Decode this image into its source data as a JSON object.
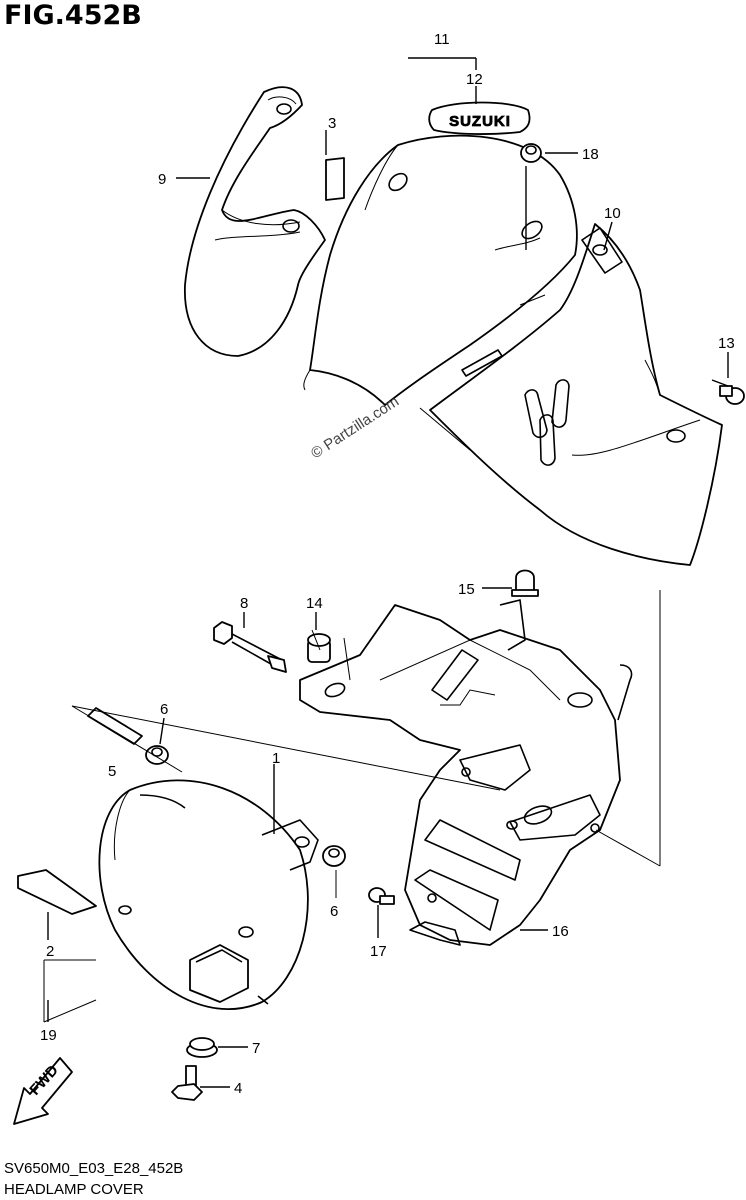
{
  "figure": {
    "title": "FIG.452B",
    "code": "SV650M0_E03_E28_452B",
    "name": "HEADLAMP COVER",
    "watermark": "© Partzilla.com",
    "emblem_text": "SUZUKI",
    "fwd_text": "FWD"
  },
  "callouts": {
    "c1": "1",
    "c2": "2",
    "c3": "3",
    "c4": "4",
    "c5": "5",
    "c6a": "6",
    "c6b": "6",
    "c7": "7",
    "c8": "8",
    "c9": "9",
    "c10": "10",
    "c11": "11",
    "c12": "12",
    "c13": "13",
    "c14": "14",
    "c15": "15",
    "c16": "16",
    "c17": "17",
    "c18": "18",
    "c19": "19"
  }
}
